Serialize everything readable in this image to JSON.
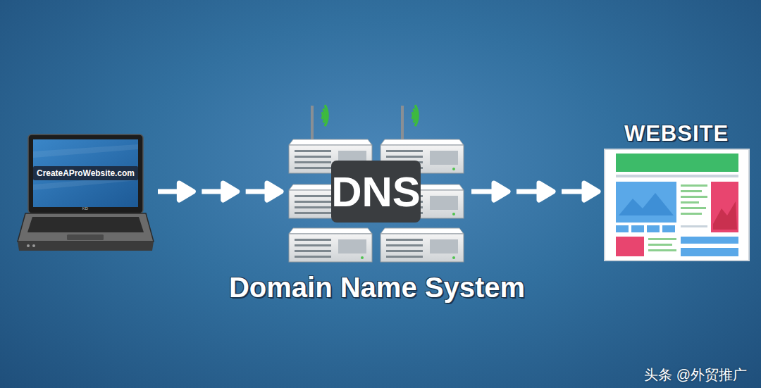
{
  "diagram": {
    "nodes": [
      {
        "text": [
          "CreateAProWebsite.com"
        ]
      },
      {
        "text": [
          "DNS"
        ]
      },
      {
        "text": [
          "WEBSITE"
        ]
      }
    ],
    "edges": [
      {
        "from": 0,
        "to": 1,
        "arrow": "to"
      },
      {
        "from": 1,
        "to": 2,
        "arrow": "to"
      }
    ],
    "labels": [
      "Domain Name System",
      "KD",
      "头条 @外贸推广"
    ]
  }
}
